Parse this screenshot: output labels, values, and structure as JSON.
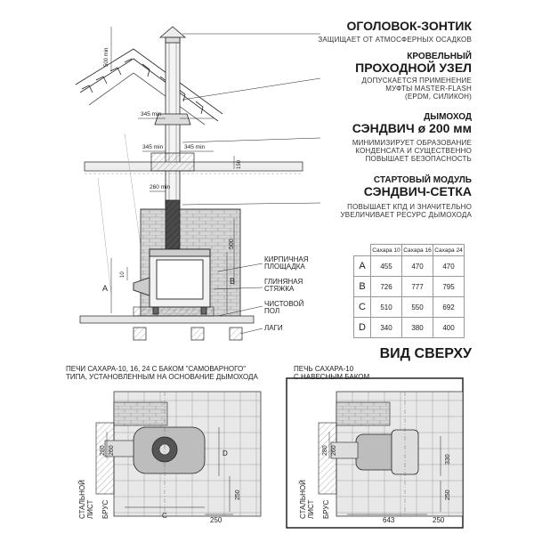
{
  "headers": {
    "cap_title": "ОГОЛОВОК-ЗОНТИК",
    "cap_desc": "ЗАЩИЩАЕТ ОТ АТМОСФЕРНЫХ ОСАДКОВ",
    "roof_title_1": "КРОВЕЛЬНЫЙ",
    "roof_title_2": "ПРОХОДНОЙ УЗЕЛ",
    "roof_desc_1": "ДОПУСКАЕТСЯ ПРИМЕНЕНИЕ",
    "roof_desc_2": "МУФТЫ MASTER-FLASH",
    "roof_desc_3": "(EPDM, СИЛИКОН)",
    "chimney_title_1": "ДЫМОХОД",
    "chimney_title_2": "СЭНДВИЧ ø 200 мм",
    "chimney_desc_1": "МИНИМИЗИРУЕТ ОБРАЗОВАНИЕ",
    "chimney_desc_2": "КОНДЕНСАТА И СУЩЕСТВЕННО",
    "chimney_desc_3": "ПОВЫШАЕТ БЕЗОПАСНОСТЬ",
    "start_title_1": "СТАРТОВЫЙ МОДУЛЬ",
    "start_title_2": "СЭНДВИЧ-СЕТКА",
    "start_desc_1": "ПОВЫШАЕТ КПД И ЗНАЧИТЕЛЬНО",
    "start_desc_2": "УВЕЛИЧИВАЕТ РЕСУРС ДЫМОХОДА",
    "top_view": "ВИД СВЕРХУ"
  },
  "labels": {
    "brick_platform_1": "КИРПИЧНАЯ",
    "brick_platform_2": "ПЛОЩАДКА",
    "clay_screed_1": "ГЛИНЯНАЯ",
    "clay_screed_2": "СТЯЖКА",
    "finish_floor_1": "ЧИСТОВОЙ",
    "finish_floor_2": "ПОЛ",
    "joists": "ЛАГИ",
    "left_caption_1": "ПЕЧИ САХАРА-10, 16, 24 С БАКОМ \"САМОВАРНОГО\"",
    "left_caption_2": "ТИПА, УСТАНОВЛЕННЫМ НА ОСНОВАНИЕ ДЫМОХОДА",
    "right_caption_1": "ПЕЧЬ САХАРА-10",
    "right_caption_2": "С НАВЕСНЫМ БАКОМ",
    "steel_sheet_1": "СТАЛЬНОЙ",
    "steel_sheet_2": "ЛИСТ",
    "beam": "БРУС"
  },
  "dimensions": {
    "d500min": "500 min",
    "d345min": "345 min",
    "d260min": "260 min",
    "d150": "150",
    "d500": "500",
    "d10": "10",
    "d260": "260",
    "d280": "280",
    "d250": "250",
    "d330": "330",
    "d643": "643",
    "dA": "A",
    "dB": "B",
    "dC": "C",
    "dD": "D"
  },
  "table": {
    "columns": [
      "Сахара 10",
      "Сахара 16",
      "Сахара 24"
    ],
    "rows": [
      {
        "label": "A",
        "values": [
          "455",
          "470",
          "470"
        ]
      },
      {
        "label": "B",
        "values": [
          "726",
          "777",
          "795"
        ]
      },
      {
        "label": "C",
        "values": [
          "510",
          "550",
          "692"
        ]
      },
      {
        "label": "D",
        "values": [
          "340",
          "380",
          "400"
        ]
      }
    ]
  },
  "colors": {
    "ink": "#1a1a1a",
    "brick": "#cfcfcf",
    "stone": "#9a9a9a",
    "wood": "#e6e6e6"
  }
}
